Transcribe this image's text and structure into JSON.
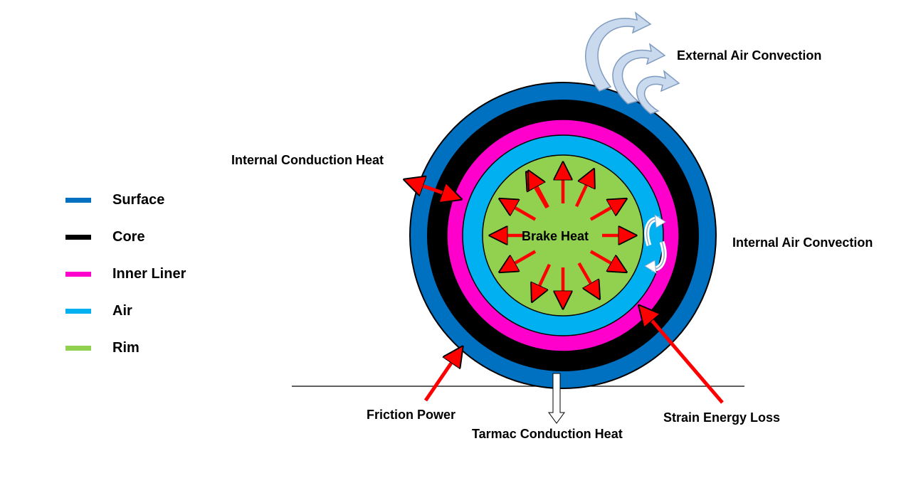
{
  "legend": {
    "items": [
      {
        "label": "Surface",
        "color": "#0070c0"
      },
      {
        "label": "Core",
        "color": "#000000"
      },
      {
        "label": "Inner Liner",
        "color": "#ff00cc"
      },
      {
        "label": "Air",
        "color": "#00b0f0"
      },
      {
        "label": "Rim",
        "color": "#92d050"
      }
    ]
  },
  "labels": {
    "external_air_convection": "External Air Convection",
    "internal_conduction_heat": "Internal Conduction Heat",
    "internal_air_convection": "Internal Air Convection",
    "brake_heat": "Brake Heat",
    "friction_power": "Friction Power",
    "tarmac_conduction_heat": "Tarmac Conduction Heat",
    "strain_energy_loss": "Strain Energy Loss"
  },
  "colors": {
    "heat_arrow": "#ff0000",
    "convection_arrow": "#c5d6ec",
    "ground_line": "#000000"
  }
}
